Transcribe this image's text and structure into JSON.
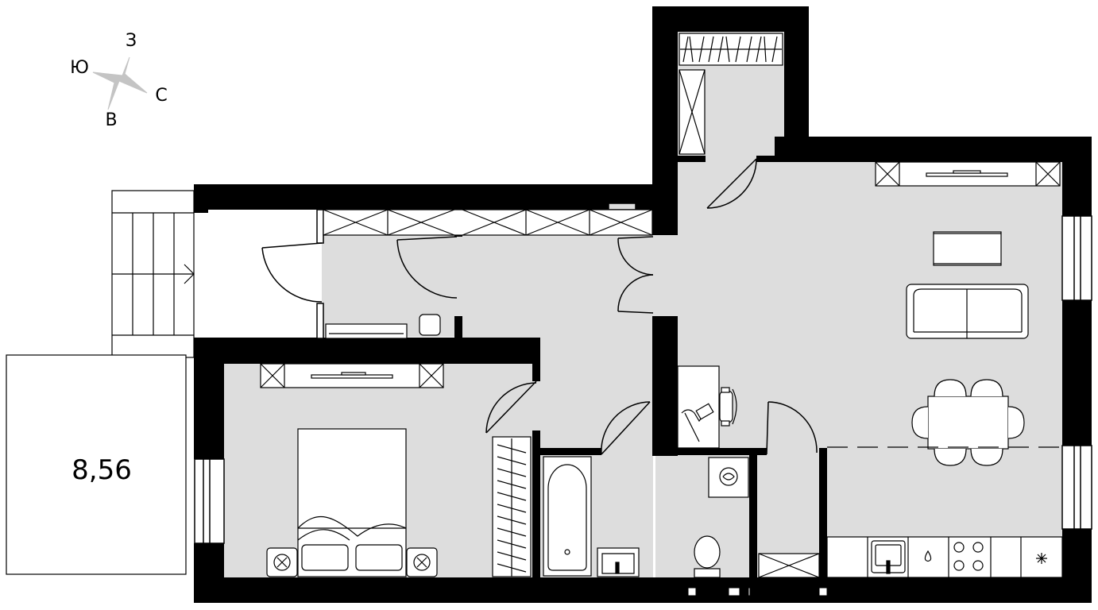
{
  "compass": {
    "north": "З",
    "west": "Ю",
    "east": "С",
    "south": "В",
    "star_color": "#c4c4c4"
  },
  "terrace": {
    "area_label": "8,56"
  },
  "colors": {
    "wall": "#000000",
    "floor": "#dddddd",
    "furniture_fill": "#ffffff",
    "line": "#000000"
  }
}
